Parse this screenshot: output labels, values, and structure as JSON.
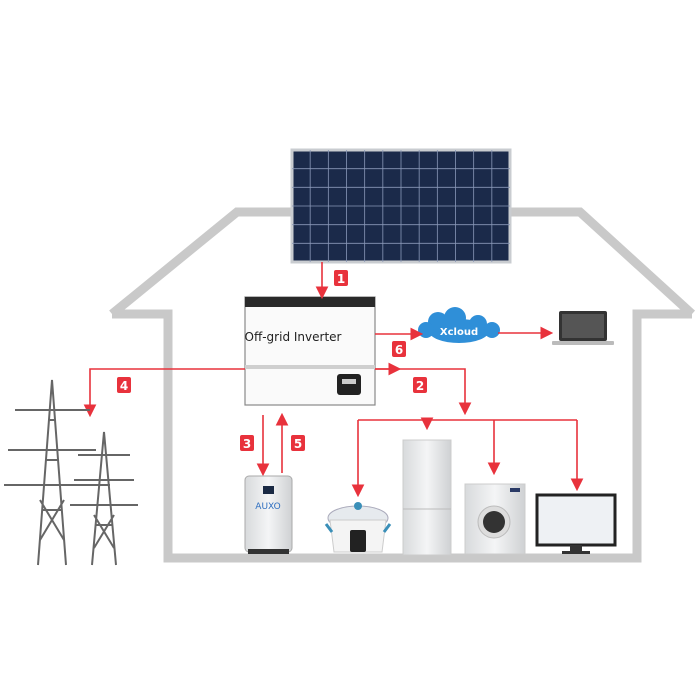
{
  "inverter": {
    "label": "Off-grid Inverter"
  },
  "cloud": {
    "label": "Xcloud"
  },
  "battery": {
    "brand": "AUXO"
  },
  "steps": [
    "1",
    "2",
    "3",
    "4",
    "5",
    "6"
  ],
  "colors": {
    "arrow": "#e8323c",
    "house": "#c9c9c9",
    "cloud": "#2f8fd8"
  }
}
